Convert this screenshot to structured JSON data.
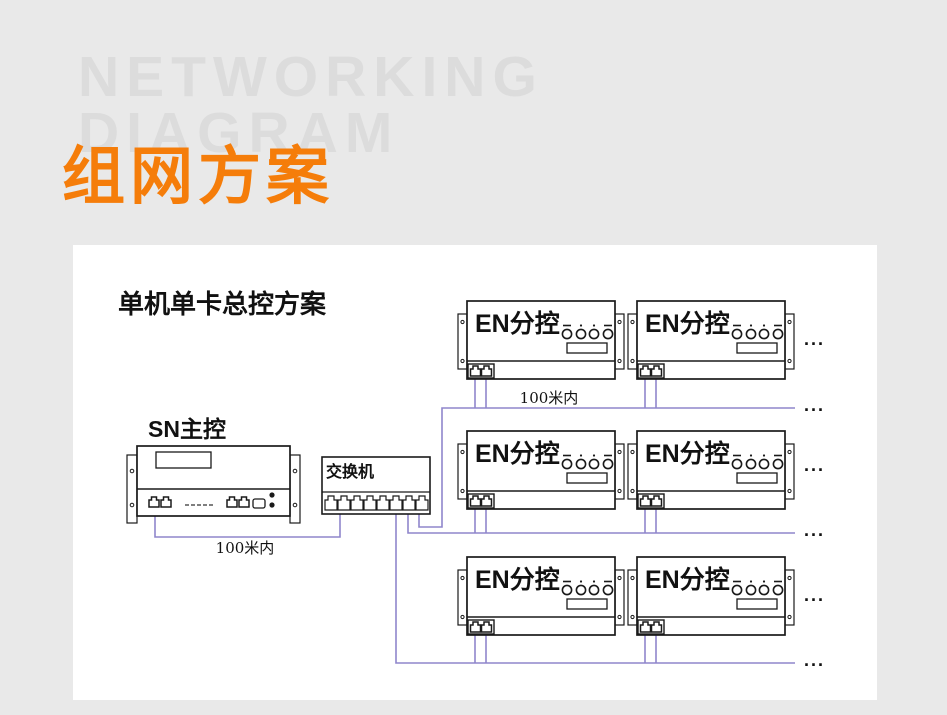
{
  "colors": {
    "background": "#e9e9e9",
    "panel": "#ffffff",
    "accent_orange": "#f57d0a",
    "watermark_gray": "#dcdcdc",
    "wire_purple": "#8f86cc",
    "device_outline": "#1a1a1a"
  },
  "header": {
    "watermark_line1": "NETWORKING",
    "watermark_line2": "DIAGRAM",
    "title": "组网方案"
  },
  "diagram": {
    "subtitle": "单机单卡总控方案",
    "master_label": "SN主控",
    "switch_label": "交换机",
    "en_label": "EN分控",
    "distance_sn_to_switch": "100米内",
    "distance_en_chain": "100米内",
    "ellipsis": "..."
  }
}
